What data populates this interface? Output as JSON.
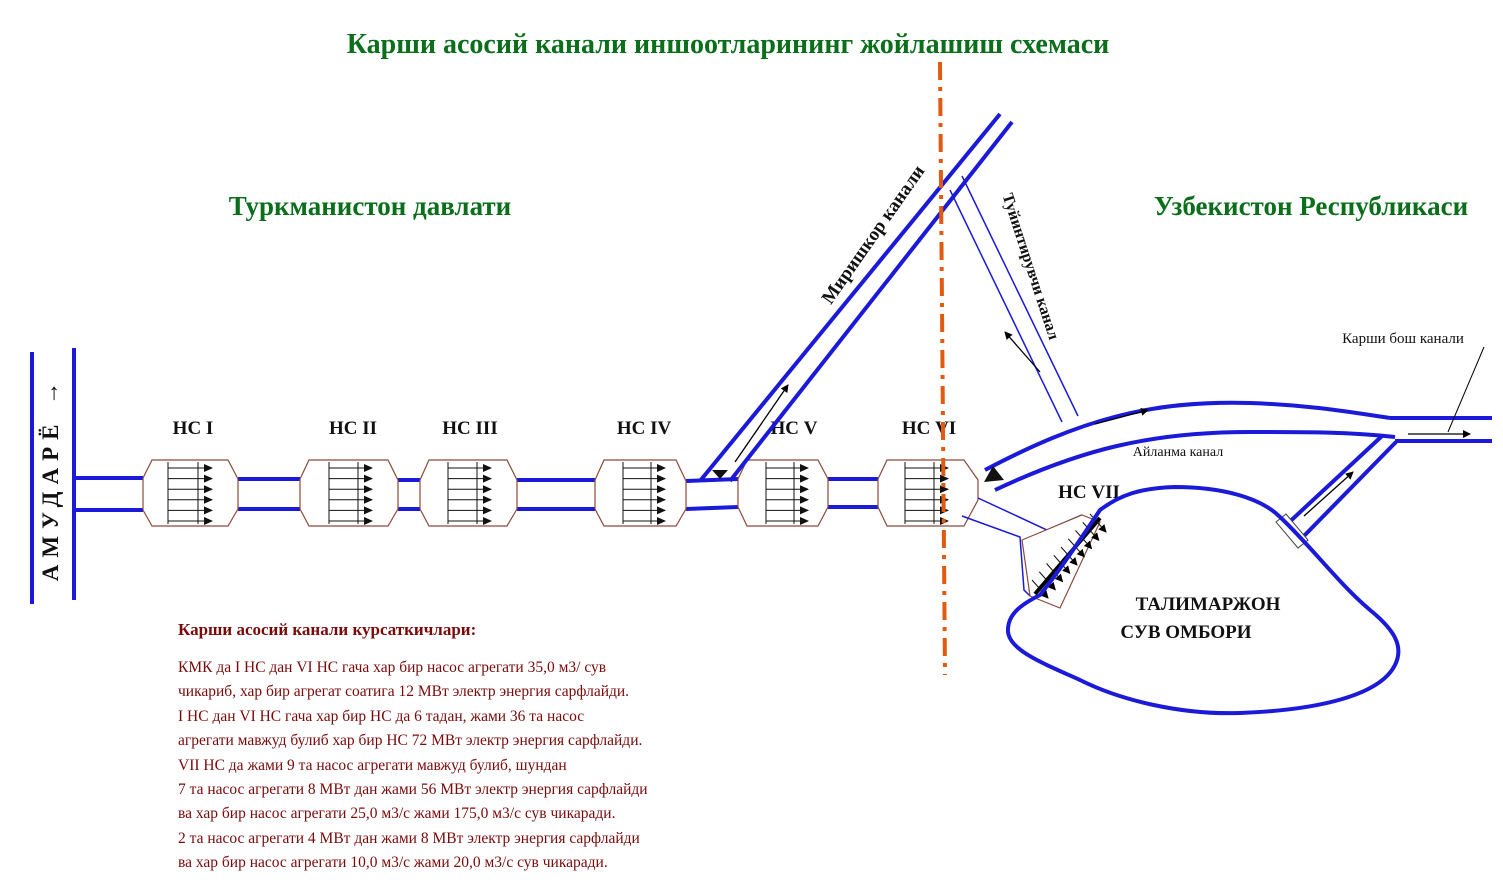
{
  "title": "Карши асосий канали иншоотларининг жойлашиш схемаси",
  "regions": {
    "left": "Туркманистон давлати",
    "right": "Узбекистон Республикаси"
  },
  "river": {
    "label": "АМУДАРЁ →"
  },
  "stations": [
    "НС I",
    "НС II",
    "НС III",
    "НС IV",
    "НС V",
    "НС VI",
    "НС VII"
  ],
  "canals": {
    "mirishkor": "Миришкор канали",
    "tuyintiruvchi": "Туйинтирувчи канал",
    "aylanma": "Айланма канал",
    "karshi_bosh": "Карши бош канали"
  },
  "reservoir": {
    "line1": "ТАЛИМАРЖОН",
    "line2": "СУВ ОМБОРИ"
  },
  "indicators": {
    "heading": "Карши асосий канали курсаткичлари:",
    "lines": [
      "КМК да I  НС  дан VI   НС гача  хар  бир  насос агрегати 35,0 м3/ сув",
      "чикариб, хар  бир  агрегат  соатига 12 МВт электр энергия сарфлайди.",
      "I  НС  дан  VI  НС  гача  хар  бир  НС  да  6 тадан,  жами  36 та  насос",
      "агрегати мавжуд булиб хар бир НС 72 МВт электр энергия сарфлайди.",
      "VII  НС  да   жами  9  та   насос   агрегати  мавжуд   булиб,   шундан",
      "7 та насос агрегати 8 МВт дан жами 56 МВт электр энергия сарфлайди",
      "ва хар бир  насос  агрегати 25,0 м3/с  жами  175,0 м3/с  сув  чикаради.",
      "2 та насос агрегати 4 МВт дан жами 8 МВт электр энергия сарфлайди",
      "ва  хар  бир  насос  агрегати 10,0 м3/с  жами  20,0 м3/с  сув  чикаради."
    ]
  },
  "colors": {
    "canal": "#1a1ad8",
    "station_outline": "#8a4a3a",
    "border_line": "#e05a10",
    "title_green": "#0a6e1a",
    "text_dark_red": "#7a0a0a"
  }
}
